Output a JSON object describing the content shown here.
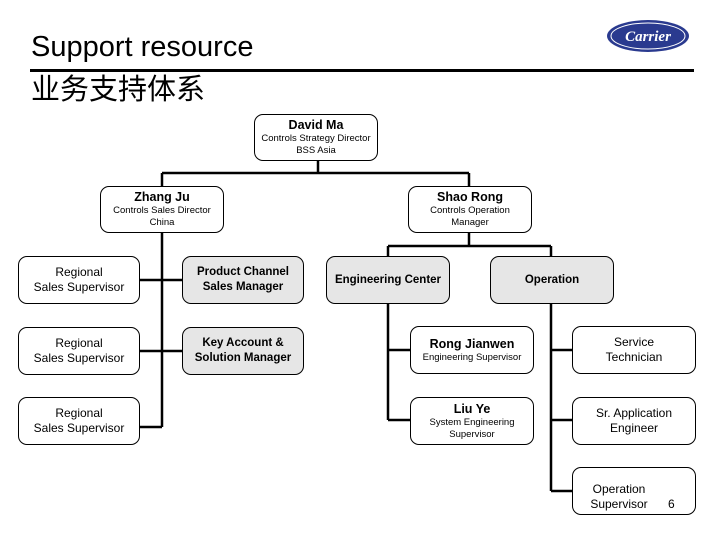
{
  "header": {
    "title_en": "Support resource",
    "title_zh": "业务支持体系",
    "logo_text": "Carrier",
    "logo_color": "#2a3a8f"
  },
  "org": {
    "root": {
      "name": "David Ma",
      "title_line1": "Controls Strategy Director",
      "title_line2": "BSS Asia"
    },
    "sales_head": {
      "name": "Zhang Ju",
      "title_line1": "Controls Sales Director",
      "title_line2": "China"
    },
    "ops_head": {
      "name": "Shao Rong",
      "title_line1": "Controls Operation",
      "title_line2": "Manager"
    },
    "regional": [
      {
        "line1": "Regional",
        "line2": "Sales Supervisor"
      },
      {
        "line1": "Regional",
        "line2": "Sales Supervisor"
      },
      {
        "line1": "Regional",
        "line2": "Sales Supervisor"
      }
    ],
    "sales_units": [
      {
        "line1": "Product Channel",
        "line2": "Sales Manager"
      },
      {
        "line1": "Key Account &",
        "line2": "Solution Manager"
      }
    ],
    "engineering_center": {
      "label": "Engineering Center"
    },
    "operation": {
      "label": "Operation"
    },
    "engineering_staff": [
      {
        "name": "Rong Jianwen",
        "title_line1": "Engineering Supervisor",
        "title_line2": ""
      },
      {
        "name": "Liu Ye",
        "title_line1": "System Engineering",
        "title_line2": "Supervisor"
      }
    ],
    "operation_staff": [
      {
        "line1": "Service",
        "line2": "Technician"
      },
      {
        "line1": "Sr. Application",
        "line2": "Engineer"
      },
      {
        "line1": "Operation",
        "line2": "Supervisor"
      }
    ]
  },
  "colors": {
    "unit_fill": "#e6e6e6",
    "line": "#000000"
  },
  "footer": {
    "page_number": "6"
  }
}
